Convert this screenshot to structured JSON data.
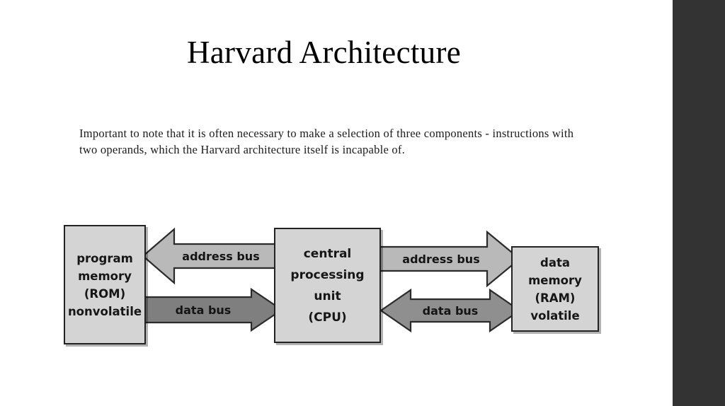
{
  "slide": {
    "title": "Harvard Architecture",
    "body": "Important to note that it is often necessary to make a selection of three components - instructions with two operands, which the Harvard architecture itself is incapable of.",
    "background_color": "#ffffff",
    "accent_band_color": "#333333",
    "title_color": "#000000",
    "body_color": "#1c1c1c"
  },
  "diagram": {
    "type": "block-diagram",
    "box_fill": "#d4d4d4",
    "box_border": "#222222",
    "arrow_light_fill": "#b9b9b9",
    "arrow_dark_fill": "#7f7f7f",
    "arrow_mid_fill": "#8f8f8f",
    "arrow_stroke": "#2b2b2b",
    "blocks": [
      {
        "name": "program-memory",
        "lines": [
          "program",
          "memory",
          "(ROM)",
          "nonvolatile"
        ]
      },
      {
        "name": "cpu",
        "lines": [
          "central",
          "processing unit",
          "(CPU)"
        ]
      },
      {
        "name": "data-memory",
        "lines": [
          "data",
          "memory",
          "(RAM)",
          "volatile"
        ]
      }
    ],
    "buses": [
      {
        "name": "address-bus-left",
        "label": "address bus",
        "direction": "left",
        "from": "cpu",
        "to": "program-memory",
        "fill": "#b9b9b9"
      },
      {
        "name": "data-bus-left",
        "label": "data bus",
        "direction": "right",
        "from": "program-memory",
        "to": "cpu",
        "fill": "#7f7f7f"
      },
      {
        "name": "address-bus-right",
        "label": "address bus",
        "direction": "right",
        "from": "cpu",
        "to": "data-memory",
        "fill": "#b9b9b9"
      },
      {
        "name": "data-bus-right",
        "label": "data bus",
        "direction": "both",
        "from": "cpu",
        "to": "data-memory",
        "fill": "#8f8f8f"
      }
    ]
  }
}
